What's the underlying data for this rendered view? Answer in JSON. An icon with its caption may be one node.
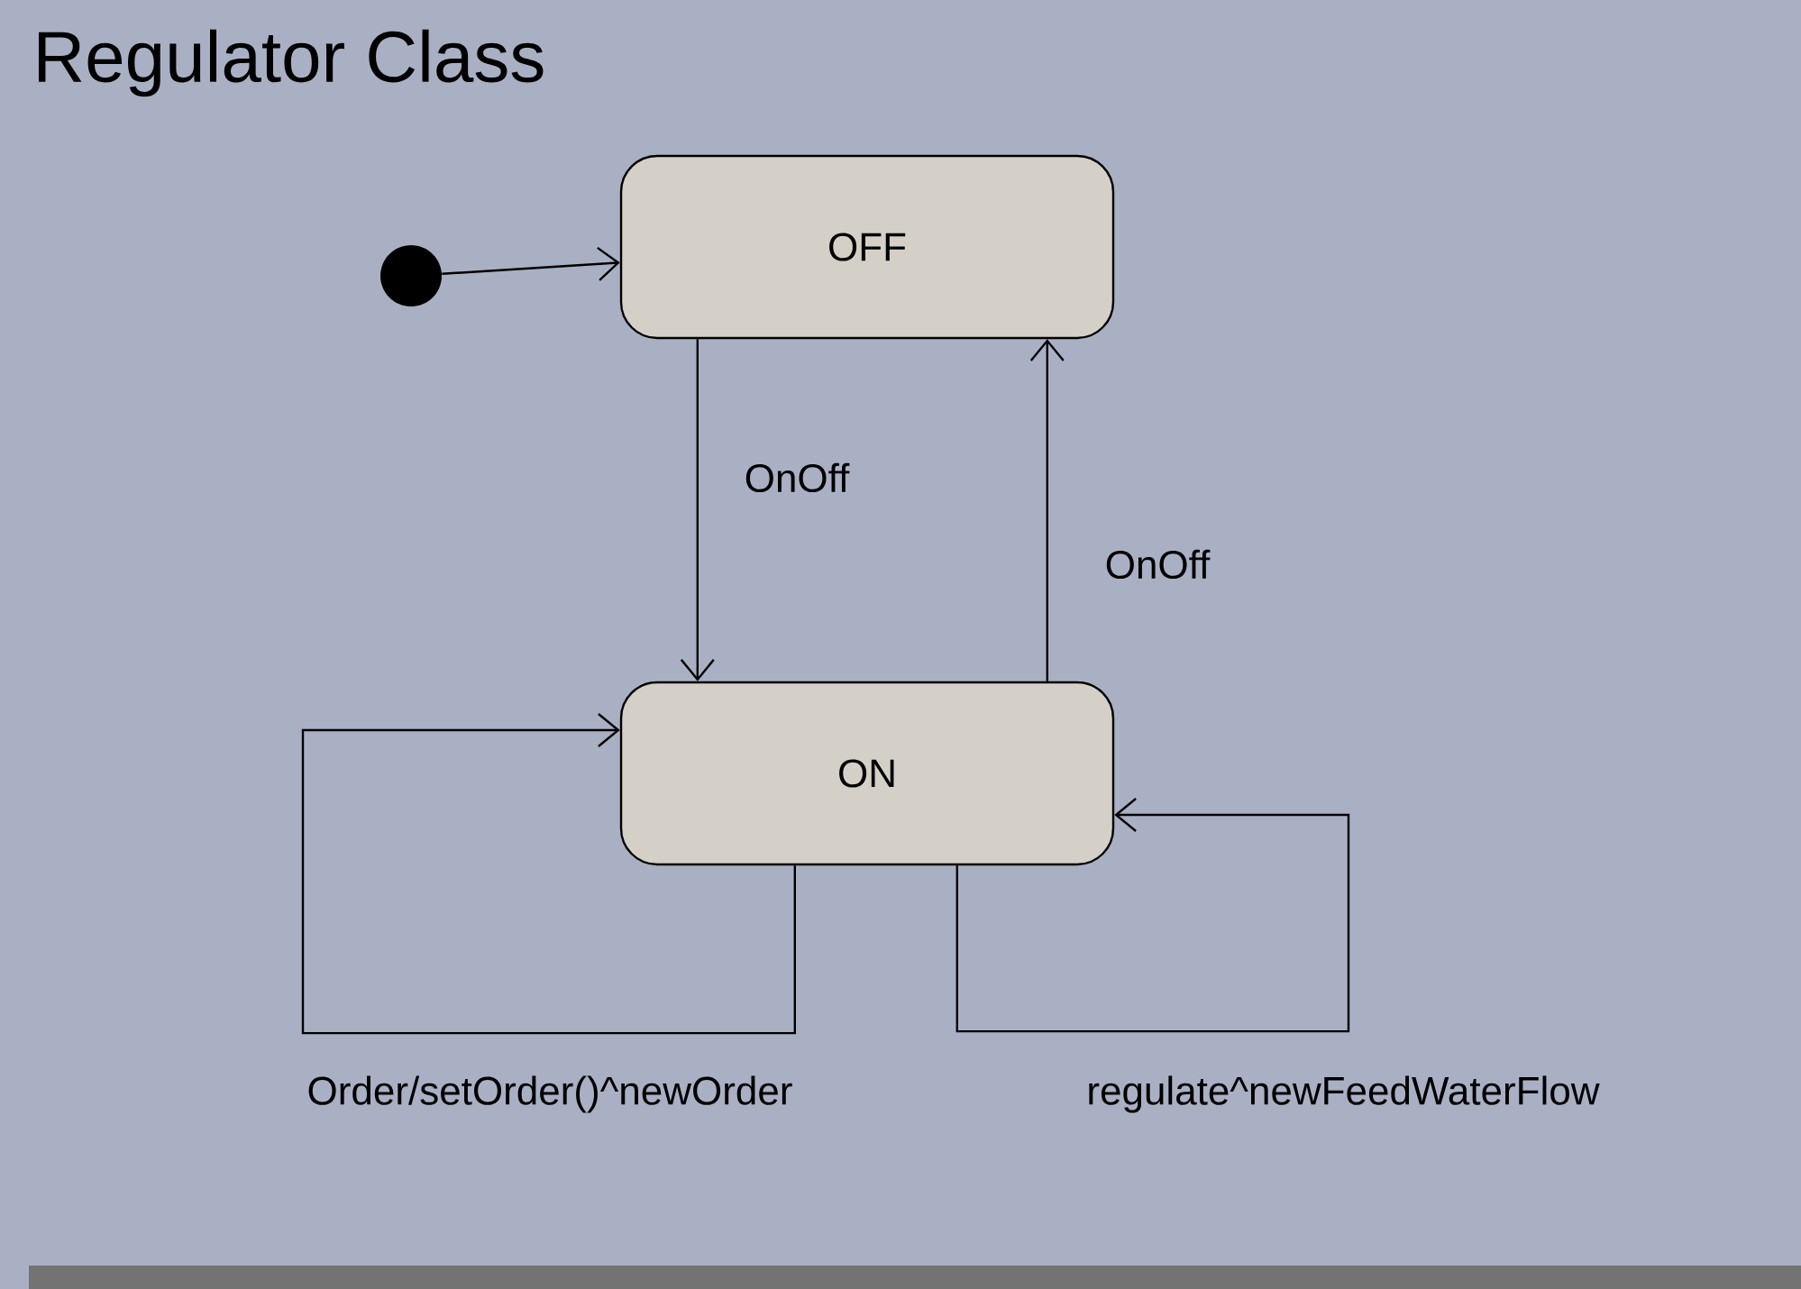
{
  "diagram": {
    "title": "Regulator Class",
    "nodes": [
      {
        "text": [],
        "shape": "circle"
      },
      {
        "text": [
          "OFF"
        ]
      },
      {
        "text": [
          "ON"
        ]
      }
    ],
    "edges": [
      {
        "from": 0,
        "to": 1,
        "arrow": "to"
      },
      {
        "from": 1,
        "to": 2,
        "arrow": "to",
        "label": "OnOff"
      },
      {
        "from": 2,
        "to": 1,
        "arrow": "to",
        "label": "OnOff"
      },
      {
        "from": 2,
        "to": 2,
        "arrow": "to",
        "label": "Order/setOrder()^newOrder"
      },
      {
        "from": 2,
        "to": 2,
        "arrow": "to",
        "label": "regulate^newFeedWaterFlow"
      }
    ]
  }
}
